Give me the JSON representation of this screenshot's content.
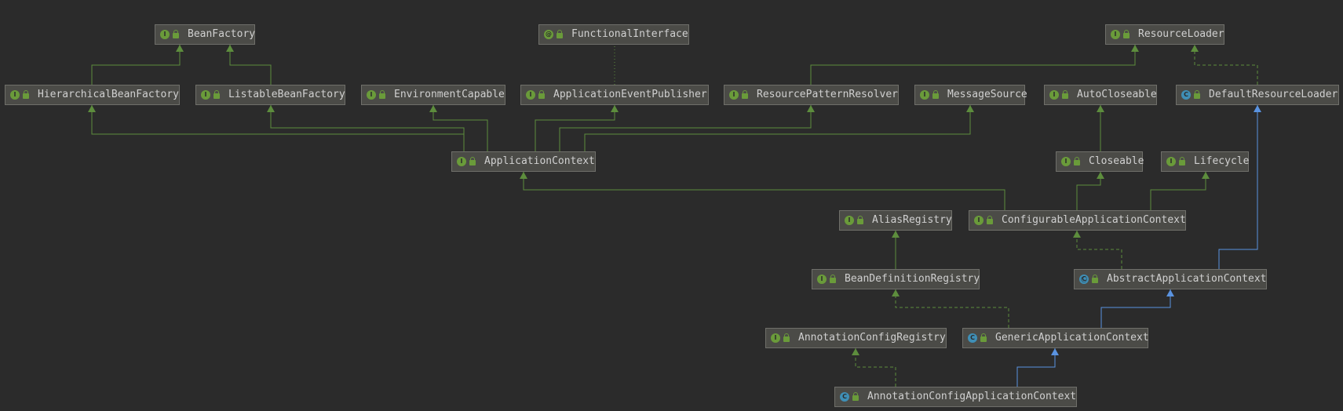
{
  "colors": {
    "background": "#2b2b2b",
    "node_fill": "#4b4b47",
    "node_border": "#6f6f6a",
    "text": "#d0d0d0",
    "interface_badge": "#6a9b3a",
    "class_badge": "#3f8fb6",
    "interface_edge": "#5d8d3d",
    "class_edge": "#5a93e0"
  },
  "nodes": [
    {
      "id": "bean-factory",
      "label": "BeanFactory",
      "kind": "interface",
      "badge": "I"
    },
    {
      "id": "functional-interface",
      "label": "FunctionalInterface",
      "kind": "annotation",
      "badge": "@"
    },
    {
      "id": "resource-loader",
      "label": "ResourceLoader",
      "kind": "interface",
      "badge": "I"
    },
    {
      "id": "hierarchical-bean-factory",
      "label": "HierarchicalBeanFactory",
      "kind": "interface",
      "badge": "I"
    },
    {
      "id": "listable-bean-factory",
      "label": "ListableBeanFactory",
      "kind": "interface",
      "badge": "I"
    },
    {
      "id": "environment-capable",
      "label": "EnvironmentCapable",
      "kind": "interface",
      "badge": "I"
    },
    {
      "id": "application-event-publisher",
      "label": "ApplicationEventPublisher",
      "kind": "interface",
      "badge": "I"
    },
    {
      "id": "resource-pattern-resolver",
      "label": "ResourcePatternResolver",
      "kind": "interface",
      "badge": "I"
    },
    {
      "id": "message-source",
      "label": "MessageSource",
      "kind": "interface",
      "badge": "I"
    },
    {
      "id": "auto-closeable",
      "label": "AutoCloseable",
      "kind": "interface",
      "badge": "I"
    },
    {
      "id": "default-resource-loader",
      "label": "DefaultResourceLoader",
      "kind": "class",
      "badge": "C"
    },
    {
      "id": "application-context",
      "label": "ApplicationContext",
      "kind": "interface",
      "badge": "I"
    },
    {
      "id": "closeable",
      "label": "Closeable",
      "kind": "interface",
      "badge": "I"
    },
    {
      "id": "lifecycle",
      "label": "Lifecycle",
      "kind": "interface",
      "badge": "I"
    },
    {
      "id": "alias-registry",
      "label": "AliasRegistry",
      "kind": "interface",
      "badge": "I"
    },
    {
      "id": "configurable-application-context",
      "label": "ConfigurableApplicationContext",
      "kind": "interface",
      "badge": "I"
    },
    {
      "id": "bean-definition-registry",
      "label": "BeanDefinitionRegistry",
      "kind": "interface",
      "badge": "I"
    },
    {
      "id": "abstract-application-context",
      "label": "AbstractApplicationContext",
      "kind": "abstract",
      "badge": "C"
    },
    {
      "id": "annotation-config-registry",
      "label": "AnnotationConfigRegistry",
      "kind": "interface",
      "badge": "I"
    },
    {
      "id": "generic-application-context",
      "label": "GenericApplicationContext",
      "kind": "class",
      "badge": "C"
    },
    {
      "id": "annotation-config-application-context",
      "label": "AnnotationConfigApplicationContext",
      "kind": "class",
      "badge": "C"
    }
  ],
  "edges": [
    {
      "from": "hierarchical-bean-factory",
      "to": "bean-factory",
      "type": "extends-interface"
    },
    {
      "from": "listable-bean-factory",
      "to": "bean-factory",
      "type": "extends-interface"
    },
    {
      "from": "application-event-publisher",
      "to": "functional-interface",
      "type": "annotated"
    },
    {
      "from": "resource-pattern-resolver",
      "to": "resource-loader",
      "type": "extends-interface"
    },
    {
      "from": "default-resource-loader",
      "to": "resource-loader",
      "type": "implements"
    },
    {
      "from": "application-context",
      "to": "hierarchical-bean-factory",
      "type": "extends-interface"
    },
    {
      "from": "application-context",
      "to": "listable-bean-factory",
      "type": "extends-interface"
    },
    {
      "from": "application-context",
      "to": "environment-capable",
      "type": "extends-interface"
    },
    {
      "from": "application-context",
      "to": "application-event-publisher",
      "type": "extends-interface"
    },
    {
      "from": "application-context",
      "to": "resource-pattern-resolver",
      "type": "extends-interface"
    },
    {
      "from": "application-context",
      "to": "message-source",
      "type": "extends-interface"
    },
    {
      "from": "closeable",
      "to": "auto-closeable",
      "type": "extends-interface"
    },
    {
      "from": "configurable-application-context",
      "to": "application-context",
      "type": "extends-interface"
    },
    {
      "from": "configurable-application-context",
      "to": "closeable",
      "type": "extends-interface"
    },
    {
      "from": "configurable-application-context",
      "to": "lifecycle",
      "type": "extends-interface"
    },
    {
      "from": "bean-definition-registry",
      "to": "alias-registry",
      "type": "extends-interface"
    },
    {
      "from": "abstract-application-context",
      "to": "configurable-application-context",
      "type": "implements"
    },
    {
      "from": "abstract-application-context",
      "to": "default-resource-loader",
      "type": "extends-class"
    },
    {
      "from": "generic-application-context",
      "to": "bean-definition-registry",
      "type": "implements"
    },
    {
      "from": "generic-application-context",
      "to": "abstract-application-context",
      "type": "extends-class"
    },
    {
      "from": "annotation-config-application-context",
      "to": "annotation-config-registry",
      "type": "implements"
    },
    {
      "from": "annotation-config-application-context",
      "to": "generic-application-context",
      "type": "extends-class"
    }
  ]
}
